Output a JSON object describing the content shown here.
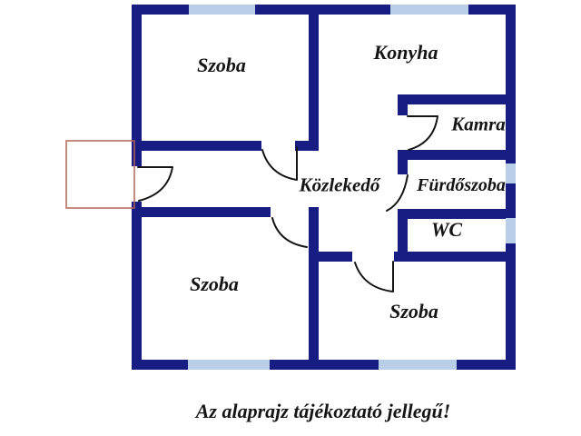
{
  "floorplan": {
    "rooms": [
      {
        "id": "szoba-top-left",
        "label": "Szoba"
      },
      {
        "id": "konyha",
        "label": "Konyha"
      },
      {
        "id": "kamra",
        "label": "Kamra"
      },
      {
        "id": "kozlekedo",
        "label": "Közlekedő"
      },
      {
        "id": "furdoszoba",
        "label": "Fürdőszoba"
      },
      {
        "id": "wc",
        "label": "WC"
      },
      {
        "id": "szoba-bottom-left",
        "label": "Szoba"
      },
      {
        "id": "szoba-bottom-right",
        "label": "Szoba"
      }
    ],
    "caption": "Az alaprajz tájékoztató jellegű!",
    "colors": {
      "background": "#ffffff",
      "wall": "#181d84",
      "window": "#b9cfe8",
      "door_line": "#141414",
      "porch_outline": "#b06555",
      "label_text": "#151515"
    }
  }
}
